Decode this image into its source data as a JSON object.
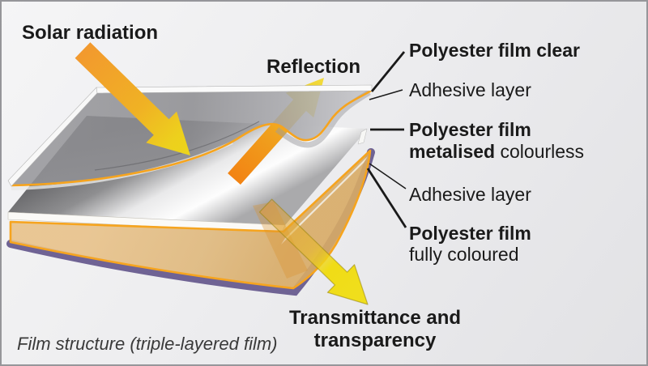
{
  "labels": {
    "solar": "Solar radiation",
    "reflection": "Reflection",
    "film_clear": "Polyester film clear",
    "adhesive_1": "Adhesive layer",
    "metalised_line1": "Polyester film",
    "metalised_bold": "metalised",
    "metalised_rest": "colourless",
    "adhesive_2": "Adhesive layer",
    "coloured_line1": "Polyester film",
    "coloured_line2": "fully coloured",
    "transmittance_line1": "Transmittance and",
    "transmittance_line2": "transparency",
    "caption": "Film structure (triple-layered film)"
  },
  "colors": {
    "solar_arrow_orange": "#f2992e",
    "arrow_yellow": "#f0dc16",
    "film_outline_orange": "#f6a41e",
    "coloured_film_tan": "#e3bc82",
    "underside_purple": "#6f6394",
    "metal_silver_light": "#fdfdfd",
    "metal_silver_dark": "#606062",
    "clear_film_gray": "#8f8f93",
    "adhesive_white": "#fbfaf7",
    "callout_black": "#1a1a1a",
    "text_black": "#1a1a1a",
    "caption_gray": "#3a3a3a"
  }
}
